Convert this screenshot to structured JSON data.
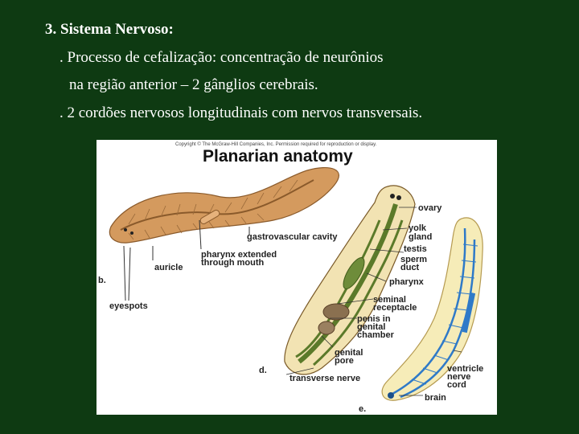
{
  "slide": {
    "title": "3. Sistema Nervoso:",
    "line1": ". Processo de cefalização: concentração de neurônios",
    "line2": "na região anterior – 2 gânglios cerebrais.",
    "line3": ". 2 cordões nervosos longitudinais com nervos transversais."
  },
  "figure": {
    "copyright": "Copyright © The McGraw-Hill Companies, Inc. Permission required for reproduction or display.",
    "title": "Planarian anatomy",
    "labels": {
      "ovary": "ovary",
      "yolk": "yolk",
      "gland": "gland",
      "testis": "testis",
      "sperm": "sperm",
      "duct": "duct",
      "pharynx": "pharynx",
      "seminal": "seminal",
      "receptacle": "receptacle",
      "penis": "penis in",
      "genital": "genital",
      "chamber": "chamber",
      "genpore1": "genital",
      "genpore2": "pore",
      "transverse": "transverse nerve",
      "ventricle": "ventricle",
      "nerve": "nerve",
      "cord": "cord",
      "brain": "brain",
      "gastro": "gastrovascular cavity",
      "phext1": "pharynx extended",
      "phext2": "through mouth",
      "auricle": "auricle",
      "eyespots": "eyespots",
      "b": "b.",
      "d": "d.",
      "e": "e."
    }
  },
  "colors": {
    "background": "#0e3a12",
    "text": "#ffffff"
  }
}
